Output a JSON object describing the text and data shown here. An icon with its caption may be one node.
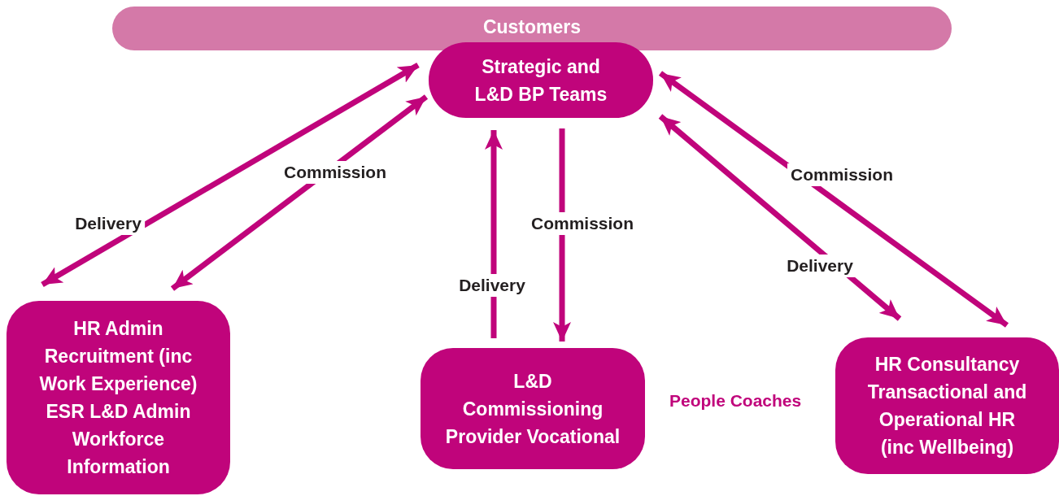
{
  "diagram": {
    "nodes": [
      {
        "text": [
          "Customers"
        ]
      },
      {
        "text": [
          "Strategic and L&D BP Teams"
        ]
      },
      {
        "text": [
          "HR Admin",
          "Recruitment (inc Work Experience)",
          "ESR L&D Admin",
          "Workforce Information"
        ]
      },
      {
        "text": [
          "L&D",
          "Commissioning",
          "Provider Vocational"
        ]
      },
      {
        "text": [
          "HR Consultancy",
          "Transactional and Operational HR",
          "(inc Wellbeing)"
        ]
      }
    ],
    "edges": [
      {
        "from": 1,
        "to": 2,
        "arrow": "both",
        "label": "Delivery"
      },
      {
        "from": 1,
        "to": 2,
        "arrow": "both",
        "label": "Commission"
      },
      {
        "from": 3,
        "to": 1,
        "arrow": "to",
        "label": "Delivery"
      },
      {
        "from": 1,
        "to": 3,
        "arrow": "to",
        "label": "Commission"
      },
      {
        "from": 1,
        "to": 4,
        "arrow": "both",
        "label": "Commission"
      },
      {
        "from": 1,
        "to": 4,
        "arrow": "both",
        "label": "Delivery"
      }
    ],
    "labels": [
      "People Coaches"
    ]
  }
}
